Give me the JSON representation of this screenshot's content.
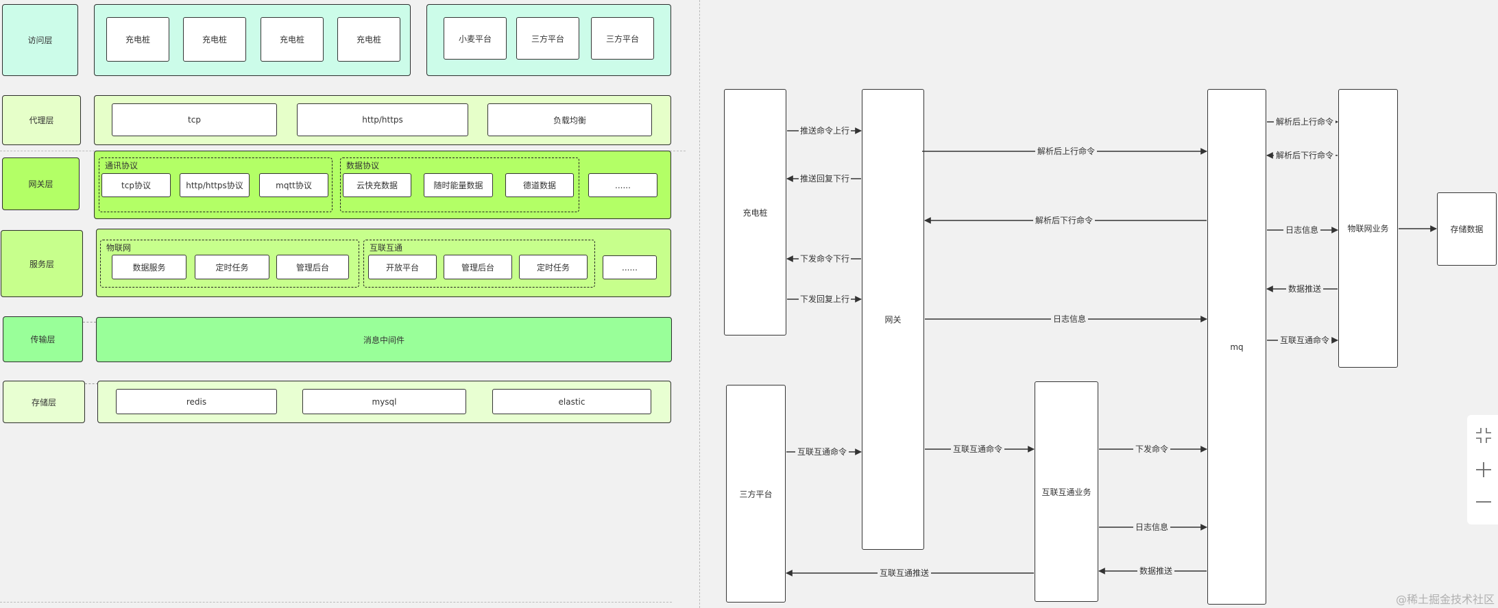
{
  "left": {
    "access": {
      "label": "访问层",
      "chargers": [
        "充电桩",
        "充电桩",
        "充电桩",
        "充电桩"
      ],
      "platforms": [
        "小麦平台",
        "三方平台",
        "三方平台"
      ]
    },
    "proxy": {
      "label": "代理层",
      "items": [
        "tcp",
        "http/https",
        "负载均衡"
      ]
    },
    "gateway": {
      "label": "网关层",
      "comm_group": "通讯协议",
      "comm_items": [
        "tcp协议",
        "http/https协议",
        "mqtt协议"
      ],
      "data_group": "数据协议",
      "data_items": [
        "云快充数据",
        "随时能量数据",
        "德道数据"
      ],
      "more": "......"
    },
    "service": {
      "label": "服务层",
      "iot_group": "物联网",
      "iot_items": [
        "数据服务",
        "定时任务",
        "管理后台"
      ],
      "inter_group": "互联互通",
      "inter_items": [
        "开放平台",
        "管理后台",
        "定时任务"
      ],
      "more": "......"
    },
    "transport": {
      "label": "传输层",
      "middleware": "消息中间件"
    },
    "storage": {
      "label": "存储层",
      "items": [
        "redis",
        "mysql",
        "elastic"
      ]
    }
  },
  "right": {
    "nodes": {
      "charger": "充电桩",
      "gateway": "网关",
      "third": "三方平台",
      "inter": "互联互通业务",
      "mq": "mq",
      "iot": "物联网业务",
      "store": "存储数据"
    },
    "edges": {
      "push_up": "推送命令上行",
      "push_reply_down": "推送回复下行",
      "down_cmd": "下发命令下行",
      "down_reply_up": "下发回复上行",
      "parsed_up_gw": "解析后上行命令",
      "parsed_down_gw": "解析后下行命令",
      "log_gw": "日志信息",
      "inter_cmd_third": "互联互通命令",
      "inter_cmd_gw": "互联互通命令",
      "issue_cmd": "下发命令",
      "log_inter": "日志信息",
      "data_push_inter": "数据推送",
      "inter_push_third": "互联互通推送",
      "parsed_up_iot": "解析后上行命令",
      "parsed_down_iot": "解析后下行命令",
      "log_iot": "日志信息",
      "data_push_iot": "数据推送",
      "inter_cmd_iot": "互联互通命令"
    }
  },
  "controls": {
    "fit_icon": "fit-screen-icon",
    "zoom_in_icon": "zoom-in-icon",
    "zoom_out_icon": "zoom-out-icon"
  },
  "watermark": "@稀土掘金技术社区"
}
